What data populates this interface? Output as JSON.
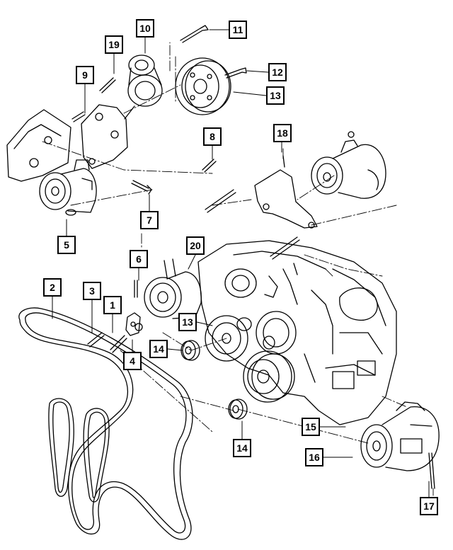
{
  "diagram": {
    "callouts": {
      "c1": "1",
      "c2": "2",
      "c3": "3",
      "c4": "4",
      "c5": "5",
      "c6": "6",
      "c7": "7",
      "c8": "8",
      "c9": "9",
      "c10": "10",
      "c11": "11",
      "c12": "12",
      "c13a": "13",
      "c13b": "13",
      "c14a": "14",
      "c14b": "14",
      "c15": "15",
      "c16": "16",
      "c17": "17",
      "c18": "18",
      "c19": "19",
      "c20": "20"
    }
  }
}
